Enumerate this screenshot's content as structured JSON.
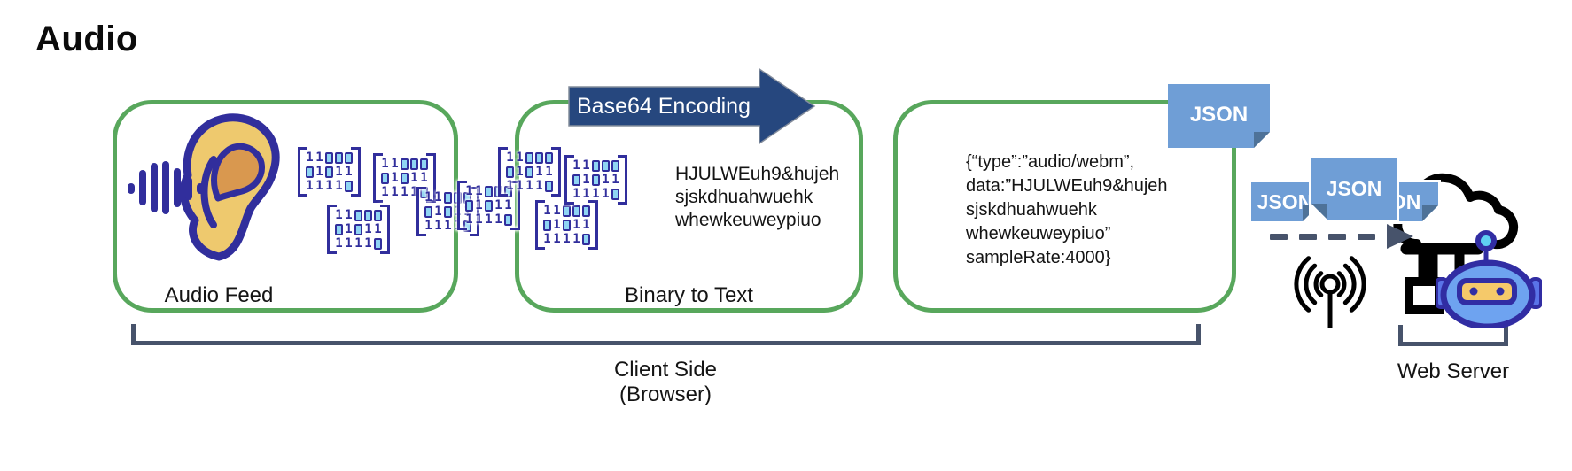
{
  "title": "Audio",
  "colors": {
    "box_border_green": "#58a75c",
    "arrow_navy": "#26477e",
    "tag_blue": "#6f9ed6",
    "tag_fold": "#4e7298",
    "bracket_slate": "#47536b",
    "binary_indigo": "#312e9c",
    "bit_zero_fill": "#8fd5f3",
    "ear_tan": "#eec96e",
    "ear_inner_tan": "#d9984f",
    "robot_blue": "#6ea3f0",
    "visor_tan": "#f5c96a",
    "antenna_ball_blue": "#5fd0f2"
  },
  "stage_audio_feed": {
    "label": "Audio Feed"
  },
  "encoding_arrow": {
    "label": "Base64 Encoding"
  },
  "stage_binary_to_text": {
    "cipher_text": "HJULWEuh9&hujeh\nsjskdhuahwuehk\nwhewkeuweypiuo",
    "label": "Binary to Text"
  },
  "stage_json": {
    "tag_label": "JSON",
    "json_text": "{“type”:”audio/webm”,\ndata:”HJULWEuh9&hujeh\nsjskdhuahwuehk\nwhewkeuweypiuo”\nsampleRate:4000}"
  },
  "packets": {
    "labels": [
      "JSON",
      "JSON",
      "JSON"
    ]
  },
  "binary_matrix": {
    "rows": [
      "11000",
      "01011",
      "11110"
    ]
  },
  "captions": {
    "client": "Client Side\n(Browser)",
    "server": "Web Server"
  },
  "icons": [
    "ear-icon",
    "sound-wave-icon",
    "base64-arrow-icon",
    "json-tag-icon",
    "transfer-arrow-icon",
    "signal-tower-icon",
    "cloud-server-icon",
    "robot-icon"
  ]
}
